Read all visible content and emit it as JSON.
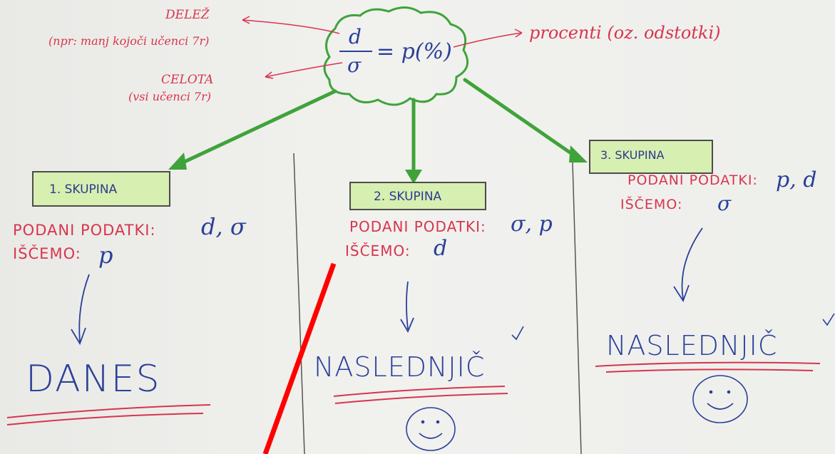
{
  "header": {
    "delez": "DELEŽ",
    "delez_example": "(npr: manj kojoči učenci 7r)",
    "celota": "CELOTA",
    "celota_example": "(vsi učenci 7r)",
    "formula_numerator": "d",
    "formula_denominator": "σ",
    "formula_rhs": "= p(%)",
    "procenti": "procenti (oz. odstotki)"
  },
  "groups": [
    {
      "title": "1. SKUPINA",
      "given_label": "PODANI PODATKI:",
      "given_values": "d, σ",
      "seek_label": "IŠČEMO:",
      "seek_value": "p",
      "when": "DANES"
    },
    {
      "title": "2. SKUPINA",
      "given_label": "PODANI PODATKI:",
      "given_values": "σ, p",
      "seek_label": "IŠČEMO:",
      "seek_value": "d",
      "when": "NASLEDNJIČ"
    },
    {
      "title": "3. SKUPINA",
      "given_label": "PODANI PODATKI:",
      "given_values": "p, d",
      "seek_label": "IŠČEMO:",
      "seek_value": "σ",
      "when": "NASLEDNJIČ"
    }
  ],
  "colors": {
    "red_ink": "#d8344e",
    "blue_ink": "#2b3f9a",
    "green_ink": "#3fa33a",
    "box_fill": "#d7efb0",
    "annotation_red": "#ff0000"
  }
}
